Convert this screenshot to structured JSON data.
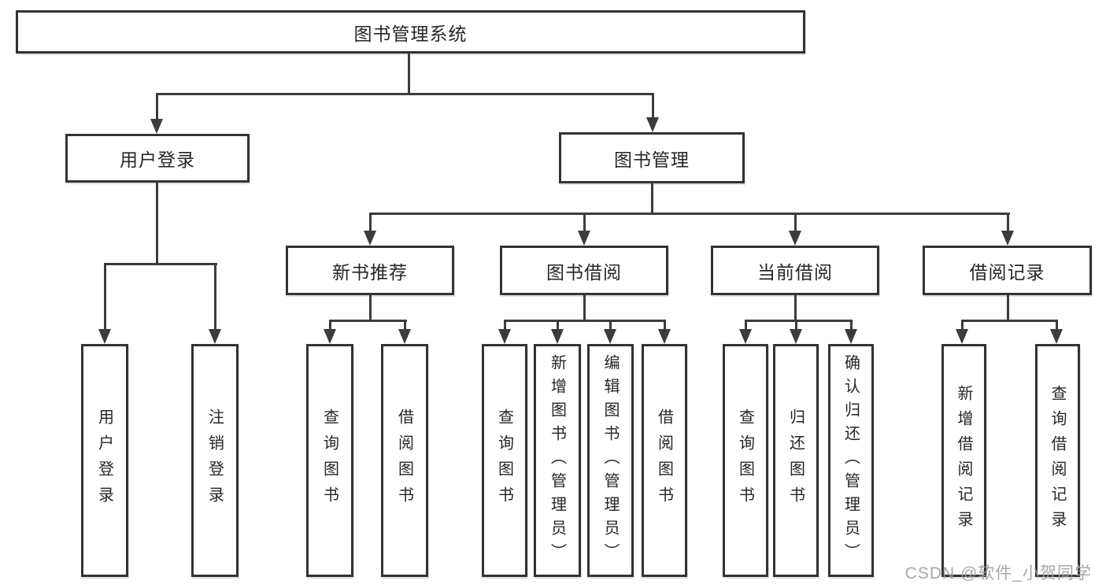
{
  "diagram_type": "hierarchy-functional-structure",
  "watermark": "CSDN @软件_小贺同学",
  "colors": {
    "background": "#ffffff",
    "box_border": "#333333",
    "connector_line": "#3c3c3c",
    "text": "#262626",
    "watermark_text": "#9e9e9e"
  },
  "tree": {
    "root": "图书管理系统",
    "branches": [
      {
        "label": "用户登录",
        "leaves": [
          "用户登录",
          "注销登录"
        ]
      },
      {
        "label": "图书管理",
        "sections": [
          {
            "label": "新书推荐",
            "leaves": [
              "查询图书",
              "借阅图书"
            ]
          },
          {
            "label": "图书借阅",
            "leaves": [
              "查询图书",
              "新增图书（管理员）",
              "编辑图书（管理员）",
              "借阅图书"
            ]
          },
          {
            "label": "当前借阅",
            "leaves": [
              "查询图书",
              "归还图书",
              "确认归还（管理员）"
            ]
          },
          {
            "label": "借阅记录",
            "leaves": [
              "新增借阅记录",
              "查询借阅记录"
            ]
          }
        ]
      }
    ]
  }
}
